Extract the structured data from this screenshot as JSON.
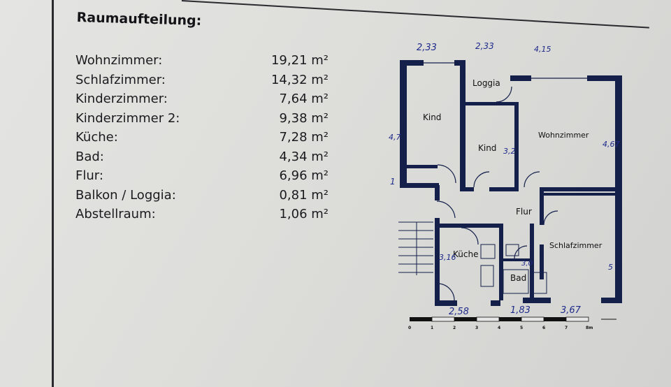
{
  "heading": "Raumaufteilung:",
  "rooms": [
    {
      "name": "Wohnzimmer:",
      "area": "19,21 m²"
    },
    {
      "name": "Schlafzimmer:",
      "area": "14,32 m²"
    },
    {
      "name": "Kinderzimmer:",
      "area": "7,64 m²"
    },
    {
      "name": "Kinderzimmer 2:",
      "area": "9,38 m²"
    },
    {
      "name": "Küche:",
      "area": "7,28 m²"
    },
    {
      "name": "Bad:",
      "area": "4,34 m²"
    },
    {
      "name": "Flur:",
      "area": "6,96 m²"
    },
    {
      "name": "Balkon / Loggia:",
      "area": "0,81 m²"
    },
    {
      "name": "Abstellraum:",
      "area": "1,06 m²"
    }
  ],
  "floorplan": {
    "labels": {
      "loggia": "Loggia",
      "kind_1": "Kind",
      "kind_2": "Kind",
      "wohnzimmer": "Wohnzimmer",
      "flur": "Flur",
      "schlafzimmer": "Schlafzimmer",
      "kueche": "Küche",
      "bad": "Bad"
    },
    "handwritten": {
      "top_1": "2,33",
      "top_2": "2,33",
      "top_3": "4,15",
      "left_1": "4,7",
      "left_2": "1",
      "kind_dim": "3,2",
      "right_dim": "4,67",
      "kueche_dim": "3,16",
      "bad_dim": "3,0",
      "bottom_1": "2,58",
      "bottom_2": "1,83",
      "bottom_3": "3,67",
      "schlaf_dim": "5"
    },
    "scale_ticks": [
      "0",
      "1",
      "2",
      "3",
      "4",
      "5",
      "6",
      "7",
      "8m"
    ],
    "colors": {
      "wall": "#14204a",
      "ink": "#1e2a8a"
    }
  }
}
